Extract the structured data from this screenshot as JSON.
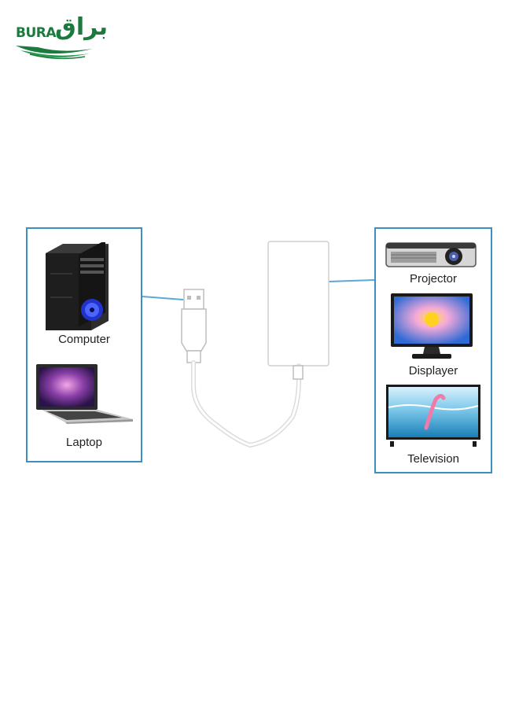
{
  "brand": {
    "latin": "BURA",
    "arabic": "براق"
  },
  "source_devices": [
    {
      "label": "Computer",
      "icon": "desktop-tower-icon"
    },
    {
      "label": "Laptop",
      "icon": "laptop-icon"
    }
  ],
  "output_devices": [
    {
      "label": "Projector",
      "icon": "projector-icon"
    },
    {
      "label": "Displayer",
      "icon": "monitor-icon"
    },
    {
      "label": "Television",
      "icon": "television-icon"
    }
  ],
  "colors": {
    "panel_border": "#3d8fbf",
    "connector_line": "#5aa8d4",
    "brand_green": "#1c7a3e",
    "adapter_outline": "#cfcfcf"
  }
}
